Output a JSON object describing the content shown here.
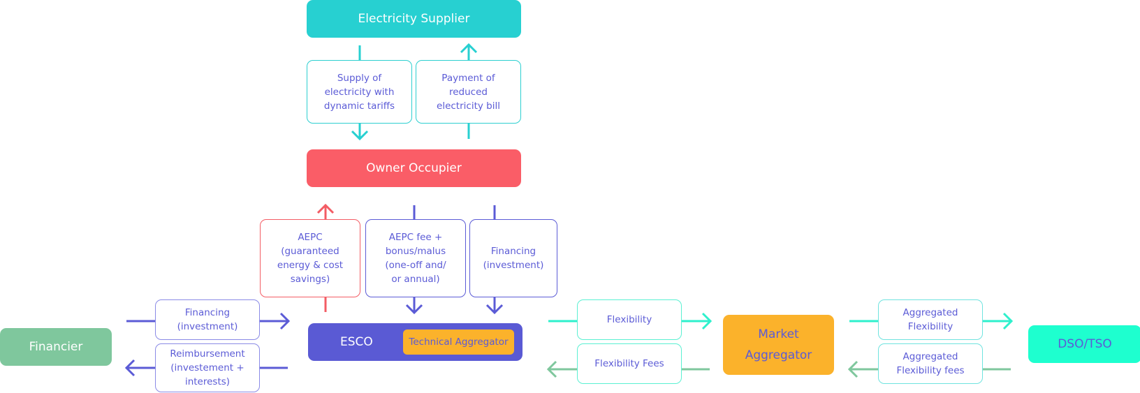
{
  "colors": {
    "supplier": "#27d0d1",
    "owner": "#fa5d67",
    "esco": "#5a5ad4",
    "technical_aggregator": "#fbb22b",
    "financier": "#7fc79d",
    "market_aggregator": "#fbb22b",
    "dso_tso": "#1effcf",
    "text_accent": "#5b5bd6"
  },
  "nodes": {
    "supplier": "Electricity Supplier",
    "owner": "Owner Occupier",
    "esco": "ESCO",
    "technical_aggregator": "Technical Aggregator",
    "financier": "Financier",
    "market_aggregator": "Market\nAggregator",
    "dso_tso": "DSO/TSO"
  },
  "flows": {
    "supply_electricity": "Supply of\nelectricity with\ndynamic tariffs",
    "payment_bill": "Payment of\nreduced\nelectricity bill",
    "aepc": "AEPC\n(guaranteed\nenergy & cost\nsavings)",
    "aepc_fee": "AEPC fee +\nbonus/malus\n(one-off and/\nor annual)",
    "financing_owner": "Financing\n(investment)",
    "financing_financier": "Financing\n(investment)",
    "reimbursement": "Reimbursement\n(investement +\ninterests)",
    "flexibility": "Flexibility",
    "flexibility_fees": "Flexibility Fees",
    "aggregated_flexibility": "Aggregated\nFlexibility",
    "aggregated_flexibility_fees": "Aggregated\nFlexibility fees"
  }
}
